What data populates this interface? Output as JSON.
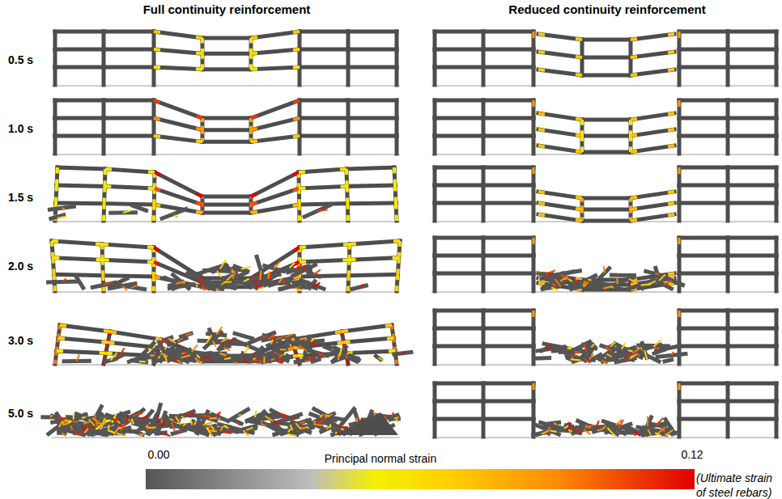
{
  "diagram": {
    "labels": [
      "Full continuity reinforcement",
      "Reduced continuity reinforcement",
      "0.5 s",
      "1.0 s",
      "1.5 s",
      "2.0 s",
      "3.0 s",
      "5.0 s",
      "0.00",
      "Principal normal strain",
      "0.12",
      "(Ultimate strain of steel rebars)"
    ]
  }
}
